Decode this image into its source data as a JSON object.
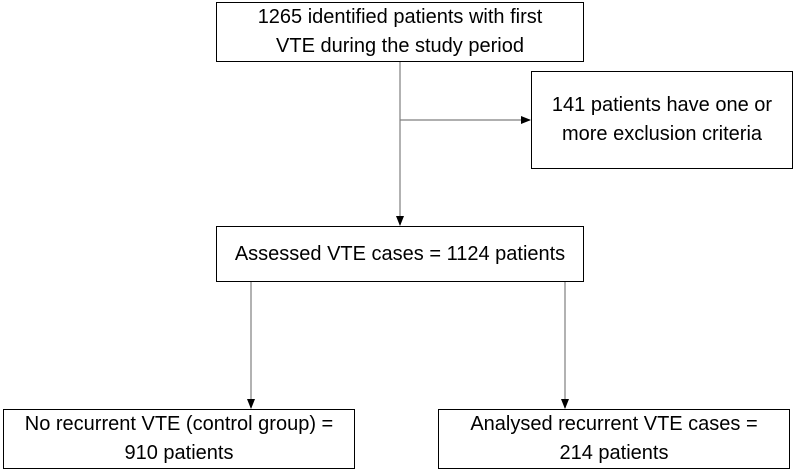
{
  "flowchart": {
    "identified": {
      "line1": "1265 identified patients with first",
      "line2": "VTE during the study period"
    },
    "excluded": {
      "line1": "141 patients have one or",
      "line2": "more exclusion criteria"
    },
    "assessed": {
      "line1": "Assessed VTE cases = 1124 patients"
    },
    "control": {
      "line1": "No recurrent VTE (control group) =",
      "line2": "910 patients"
    },
    "recurrent": {
      "line1": "Analysed recurrent VTE cases =",
      "line2": "214 patients"
    },
    "colors": {
      "line": "#7f7f7f",
      "arrowhead": "#000000",
      "border": "#000000"
    }
  }
}
